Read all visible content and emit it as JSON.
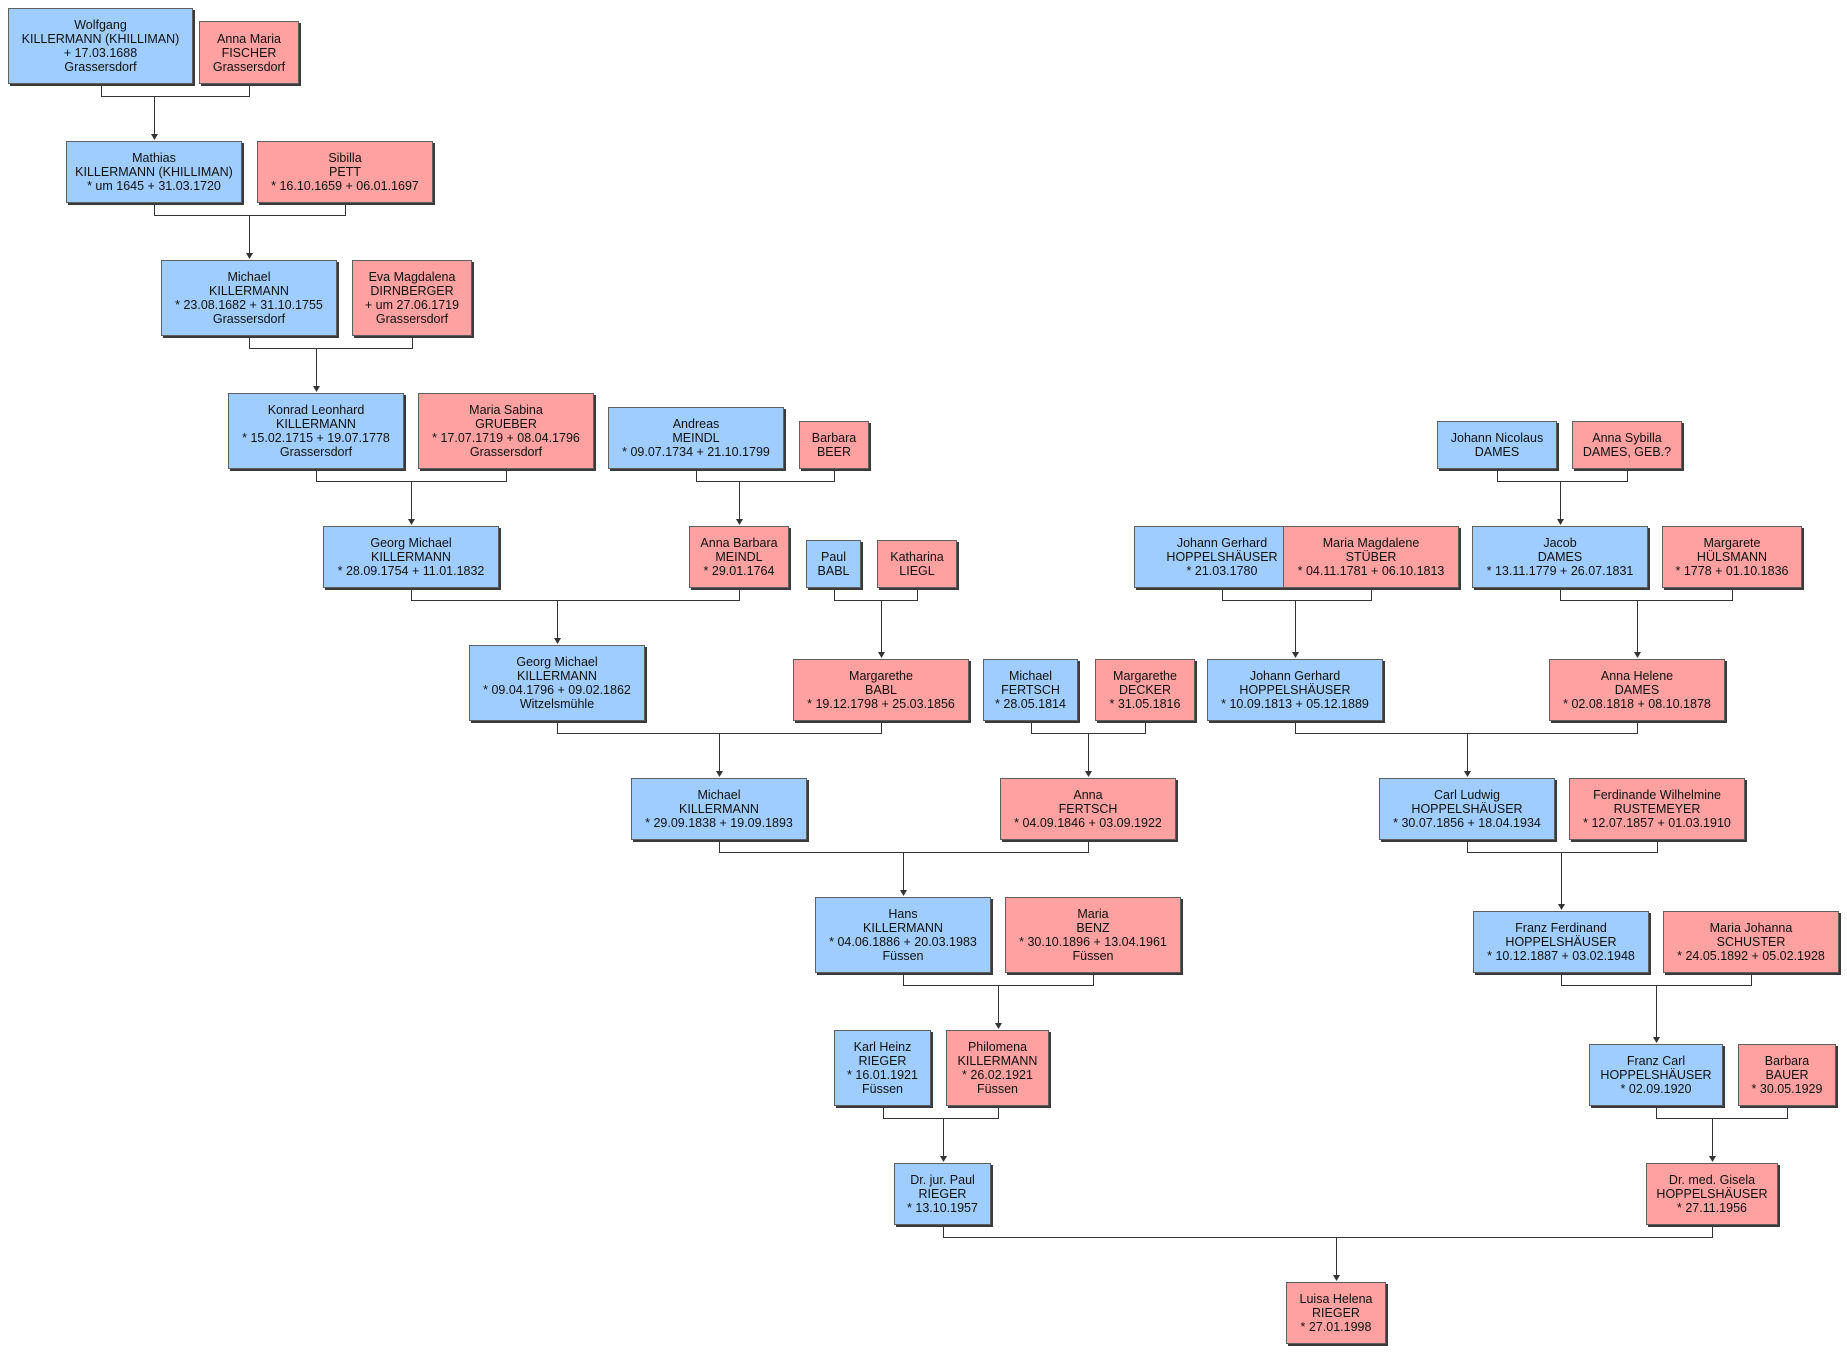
{
  "colors": {
    "male": "#9fcdff",
    "female": "#ffa1a1",
    "line": "#333333"
  },
  "persons": [
    {
      "id": "p1",
      "sex": "m",
      "lines": [
        "Wolfgang",
        "KILLERMANN (KHILLIMAN)",
        "+ 17.03.1688",
        "Grassersdorf"
      ]
    },
    {
      "id": "p2",
      "sex": "f",
      "lines": [
        "Anna Maria",
        "FISCHER",
        "Grassersdorf"
      ]
    },
    {
      "id": "p3",
      "sex": "m",
      "lines": [
        "Mathias",
        "KILLERMANN (KHILLIMAN)",
        "* um 1645  + 31.03.1720"
      ]
    },
    {
      "id": "p4",
      "sex": "f",
      "lines": [
        "Sibilla",
        "PETT",
        "* 16.10.1659  + 06.01.1697"
      ]
    },
    {
      "id": "p5",
      "sex": "m",
      "lines": [
        "Michael",
        "KILLERMANN",
        "* 23.08.1682  + 31.10.1755",
        "Grassersdorf"
      ]
    },
    {
      "id": "p6",
      "sex": "f",
      "lines": [
        "Eva Magdalena",
        "DIRNBERGER",
        "+ um 27.06.1719",
        "Grassersdorf"
      ]
    },
    {
      "id": "p7",
      "sex": "m",
      "lines": [
        "Konrad Leonhard",
        "KILLERMANN",
        "* 15.02.1715  + 19.07.1778",
        "Grassersdorf"
      ]
    },
    {
      "id": "p8",
      "sex": "f",
      "lines": [
        "Maria Sabina",
        "GRUEBER",
        "* 17.07.1719  + 08.04.1796",
        "Grassersdorf"
      ]
    },
    {
      "id": "p9",
      "sex": "m",
      "lines": [
        "Andreas",
        "MEINDL",
        "* 09.07.1734  + 21.10.1799"
      ]
    },
    {
      "id": "p10",
      "sex": "f",
      "lines": [
        "Barbara",
        "BEER"
      ]
    },
    {
      "id": "p11",
      "sex": "m",
      "lines": [
        "Johann Nicolaus",
        "DAMES"
      ]
    },
    {
      "id": "p12",
      "sex": "f",
      "lines": [
        "Anna Sybilla",
        "DAMES, GEB.?"
      ]
    },
    {
      "id": "p13",
      "sex": "m",
      "lines": [
        "Georg Michael",
        "KILLERMANN",
        "* 28.09.1754  + 11.01.1832"
      ]
    },
    {
      "id": "p14",
      "sex": "f",
      "lines": [
        "Anna Barbara",
        "MEINDL",
        "* 29.01.1764"
      ]
    },
    {
      "id": "p15",
      "sex": "m",
      "lines": [
        "Paul",
        "BABL"
      ]
    },
    {
      "id": "p16",
      "sex": "f",
      "lines": [
        "Katharina",
        "LIEGL"
      ]
    },
    {
      "id": "p17",
      "sex": "m",
      "lines": [
        "Johann Gerhard",
        "HOPPELSHÄUSER",
        "* 21.03.1780"
      ]
    },
    {
      "id": "p18",
      "sex": "f",
      "lines": [
        "Maria Magdalene",
        "STÜBER",
        "* 04.11.1781  + 06.10.1813"
      ]
    },
    {
      "id": "p19",
      "sex": "m",
      "lines": [
        "Jacob",
        "DAMES",
        "* 13.11.1779  + 26.07.1831"
      ]
    },
    {
      "id": "p20",
      "sex": "f",
      "lines": [
        "Margarete",
        "HÜLSMANN",
        "* 1778  + 01.10.1836"
      ]
    },
    {
      "id": "p21",
      "sex": "m",
      "lines": [
        "Georg Michael",
        "KILLERMANN",
        "* 09.04.1796  + 09.02.1862",
        "Witzelsmühle"
      ]
    },
    {
      "id": "p22",
      "sex": "f",
      "lines": [
        "Margarethe",
        "BABL",
        "* 19.12.1798  + 25.03.1856"
      ]
    },
    {
      "id": "p23",
      "sex": "m",
      "lines": [
        "Michael",
        "FERTSCH",
        "* 28.05.1814"
      ]
    },
    {
      "id": "p24",
      "sex": "f",
      "lines": [
        "Margarethe",
        "DECKER",
        "* 31.05.1816"
      ]
    },
    {
      "id": "p25",
      "sex": "m",
      "lines": [
        "Johann Gerhard",
        "HOPPELSHÄUSER",
        "* 10.09.1813  + 05.12.1889"
      ]
    },
    {
      "id": "p26",
      "sex": "f",
      "lines": [
        "Anna Helene",
        "DAMES",
        "* 02.08.1818  + 08.10.1878"
      ]
    },
    {
      "id": "p27",
      "sex": "m",
      "lines": [
        "Michael",
        "KILLERMANN",
        "* 29.09.1838  + 19.09.1893"
      ]
    },
    {
      "id": "p28",
      "sex": "f",
      "lines": [
        "Anna",
        "FERTSCH",
        "* 04.09.1846  + 03.09.1922"
      ]
    },
    {
      "id": "p29",
      "sex": "m",
      "lines": [
        "Carl Ludwig",
        "HOPPELSHÄUSER",
        "* 30.07.1856  + 18.04.1934"
      ]
    },
    {
      "id": "p30",
      "sex": "f",
      "lines": [
        "Ferdinande Wilhelmine",
        "RUSTEMEYER",
        "* 12.07.1857  + 01.03.1910"
      ]
    },
    {
      "id": "p31",
      "sex": "m",
      "lines": [
        "Hans",
        "KILLERMANN",
        "* 04.06.1886  + 20.03.1983",
        "Füssen"
      ]
    },
    {
      "id": "p32",
      "sex": "f",
      "lines": [
        "Maria",
        "BENZ",
        "* 30.10.1896  + 13.04.1961",
        "Füssen"
      ]
    },
    {
      "id": "p33",
      "sex": "m",
      "lines": [
        "Franz Ferdinand",
        "HOPPELSHÄUSER",
        "* 10.12.1887  + 03.02.1948"
      ]
    },
    {
      "id": "p34",
      "sex": "f",
      "lines": [
        "Maria Johanna",
        "SCHUSTER",
        "* 24.05.1892  + 05.02.1928"
      ]
    },
    {
      "id": "p35",
      "sex": "m",
      "lines": [
        "Karl Heinz",
        "RIEGER",
        "* 16.01.1921",
        "Füssen"
      ]
    },
    {
      "id": "p36",
      "sex": "f",
      "lines": [
        "Philomena",
        "KILLERMANN",
        "* 26.02.1921",
        "Füssen"
      ]
    },
    {
      "id": "p37",
      "sex": "m",
      "lines": [
        "Franz Carl",
        "HOPPELSHÄUSER",
        "* 02.09.1920"
      ]
    },
    {
      "id": "p38",
      "sex": "f",
      "lines": [
        "Barbara",
        "BAUER",
        "* 30.05.1929"
      ]
    },
    {
      "id": "p39",
      "sex": "m",
      "lines": [
        "Dr. jur. Paul",
        "RIEGER",
        "* 13.10.1957"
      ]
    },
    {
      "id": "p40",
      "sex": "f",
      "lines": [
        "Dr. med. Gisela",
        "HOPPELSHÄUSER",
        "* 27.11.1956"
      ]
    },
    {
      "id": "p41",
      "sex": "f",
      "lines": [
        "Luisa Helena",
        "RIEGER",
        "* 27.01.1998"
      ]
    }
  ],
  "families": [
    {
      "father": "p1",
      "mother": "p2",
      "child": "p3"
    },
    {
      "father": "p3",
      "mother": "p4",
      "child": "p5"
    },
    {
      "father": "p5",
      "mother": "p6",
      "child": "p7"
    },
    {
      "father": "p7",
      "mother": "p8",
      "child": "p13"
    },
    {
      "father": "p9",
      "mother": "p10",
      "child": "p14"
    },
    {
      "father": "p11",
      "mother": "p12",
      "child": "p19"
    },
    {
      "father": "p13",
      "mother": "p14",
      "child": "p21"
    },
    {
      "father": "p15",
      "mother": "p16",
      "child": "p22"
    },
    {
      "father": "p17",
      "mother": "p18",
      "child": "p25"
    },
    {
      "father": "p19",
      "mother": "p20",
      "child": "p26"
    },
    {
      "father": "p21",
      "mother": "p22",
      "child": "p27"
    },
    {
      "father": "p23",
      "mother": "p24",
      "child": "p28"
    },
    {
      "father": "p25",
      "mother": "p26",
      "child": "p29"
    },
    {
      "father": "p27",
      "mother": "p28",
      "child": "p31"
    },
    {
      "father": "p29",
      "mother": "p30",
      "child": "p33"
    },
    {
      "father": "p31",
      "mother": "p32",
      "child": "p36"
    },
    {
      "father": "p33",
      "mother": "p34",
      "child": "p37"
    },
    {
      "father": "p35",
      "mother": "p36",
      "child": "p39"
    },
    {
      "father": "p37",
      "mother": "p38",
      "child": "p40"
    },
    {
      "father": "p39",
      "mother": "p40",
      "child": "p41"
    }
  ]
}
